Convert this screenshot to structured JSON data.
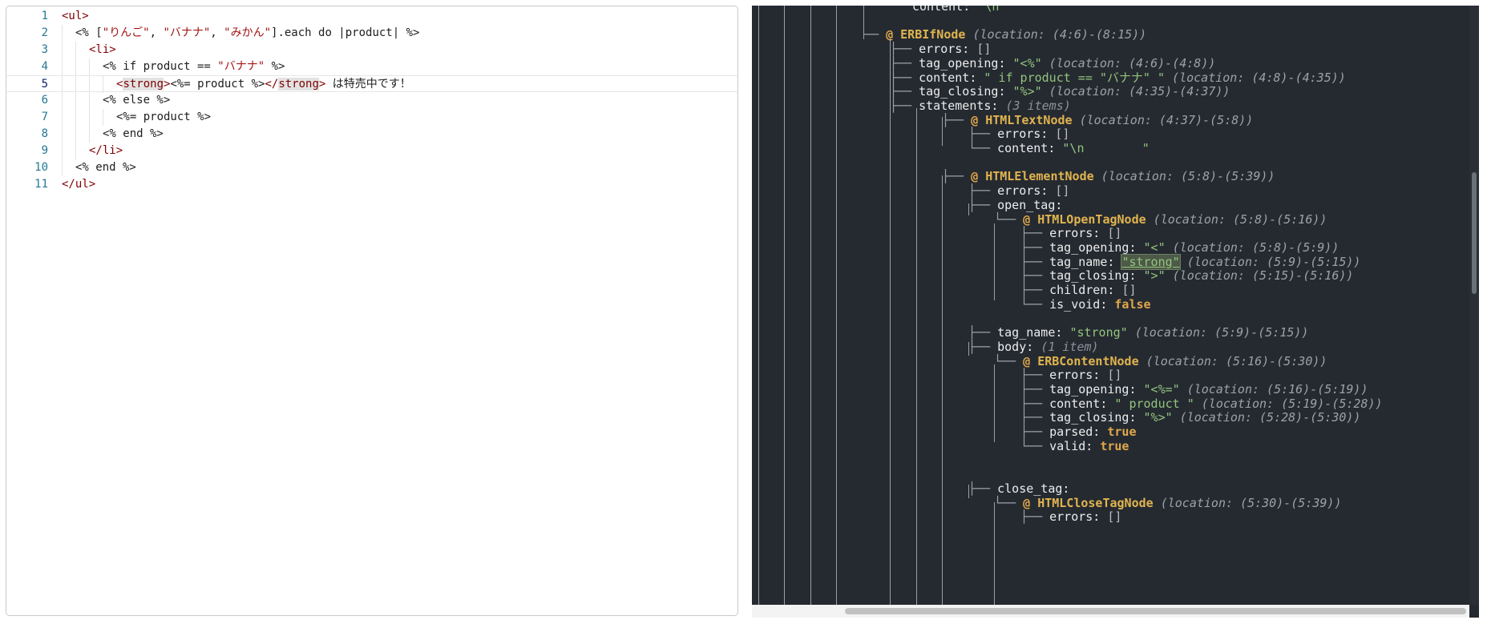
{
  "editor": {
    "active_line": 5,
    "lines": [
      {
        "num": "1",
        "indent": 0
      },
      {
        "num": "2",
        "indent": 1
      },
      {
        "num": "3",
        "indent": 2
      },
      {
        "num": "4",
        "indent": 3
      },
      {
        "num": "5",
        "indent": 4
      },
      {
        "num": "6",
        "indent": 3
      },
      {
        "num": "7",
        "indent": 4
      },
      {
        "num": "8",
        "indent": 3
      },
      {
        "num": "9",
        "indent": 2
      },
      {
        "num": "10",
        "indent": 1
      },
      {
        "num": "11",
        "indent": 0
      }
    ],
    "tokens": {
      "l1": [
        [
          "tag",
          "<ul>"
        ]
      ],
      "l2": [
        [
          "erb",
          "<% ["
        ],
        [
          "str",
          "\"りんご\""
        ],
        [
          "erb",
          ", "
        ],
        [
          "str",
          "\"バナナ\""
        ],
        [
          "erb",
          ", "
        ],
        [
          "str",
          "\"みかん\""
        ],
        [
          "erb",
          "].each do |product| %>"
        ]
      ],
      "l3": [
        [
          "tag",
          "<li>"
        ]
      ],
      "l4": [
        [
          "erb",
          "<% if product == "
        ],
        [
          "str",
          "\"バナナ\""
        ],
        [
          "erb",
          " %>"
        ]
      ],
      "l5": [
        [
          "tag",
          "<"
        ],
        [
          "taghl",
          "strong"
        ],
        [
          "tag",
          ">"
        ],
        [
          "erb",
          "<%= product %>"
        ],
        [
          "tag",
          "</"
        ],
        [
          "taghl",
          "strong"
        ],
        [
          "tag",
          ">"
        ],
        [
          "erb",
          " は特売中です！"
        ]
      ],
      "l6": [
        [
          "erb",
          "<% else %>"
        ]
      ],
      "l7": [
        [
          "erb",
          "<%= product %>"
        ]
      ],
      "l8": [
        [
          "erb",
          "<% end %>"
        ]
      ],
      "l9": [
        [
          "tag",
          "</li>"
        ]
      ],
      "l10": [
        [
          "erb",
          "<% end %>"
        ]
      ],
      "l11": [
        [
          "tag",
          "</ul>"
        ]
      ]
    }
  },
  "ast": {
    "rows": [
      {
        "prefix": "",
        "segs": [
          [
            "key",
            "content: "
          ],
          [
            "str",
            "\"\\n"
          ]
        ]
      },
      {
        "prefix": "",
        "segs": []
      },
      {
        "prefix": "──",
        "segs": [
          [
            "at",
            "@ "
          ],
          [
            "node",
            "ERBIfNode"
          ],
          [
            "loc",
            " (location: (4:6)-(8:15))"
          ]
        ]
      },
      {
        "prefix": "├──",
        "segs": [
          [
            "key",
            "errors: "
          ],
          [
            "arr",
            "[]"
          ]
        ]
      },
      {
        "prefix": "├──",
        "segs": [
          [
            "key",
            "tag_opening: "
          ],
          [
            "str",
            "\"<%\""
          ],
          [
            "loc",
            " (location: (4:6)-(4:8))"
          ]
        ]
      },
      {
        "prefix": "├──",
        "segs": [
          [
            "key",
            "content: "
          ],
          [
            "str",
            "\" if product == \"バナナ\" \""
          ],
          [
            "loc",
            " (location: (4:8)-(4:35))"
          ]
        ]
      },
      {
        "prefix": "├──",
        "segs": [
          [
            "key",
            "tag_closing: "
          ],
          [
            "str",
            "\"%>\""
          ],
          [
            "loc",
            " (location: (4:35)-(4:37))"
          ]
        ]
      },
      {
        "prefix": "├──",
        "segs": [
          [
            "key",
            "statements: "
          ],
          [
            "count",
            "(3 items)"
          ]
        ]
      },
      {
        "prefix": "├──",
        "segs": [
          [
            "at",
            "@ "
          ],
          [
            "node",
            "HTMLTextNode"
          ],
          [
            "loc",
            " (location: (4:37)-(5:8))"
          ]
        ]
      },
      {
        "prefix": "├──",
        "segs": [
          [
            "key",
            "errors: "
          ],
          [
            "arr",
            "[]"
          ]
        ]
      },
      {
        "prefix": "└──",
        "segs": [
          [
            "key",
            "content: "
          ],
          [
            "str",
            "\"\\n        \""
          ]
        ]
      },
      {
        "prefix": "",
        "segs": []
      },
      {
        "prefix": "├──",
        "segs": [
          [
            "at",
            "@ "
          ],
          [
            "node",
            "HTMLElementNode"
          ],
          [
            "loc",
            " (location: (5:8)-(5:39))"
          ]
        ]
      },
      {
        "prefix": "├──",
        "segs": [
          [
            "key",
            "errors: "
          ],
          [
            "arr",
            "[]"
          ]
        ]
      },
      {
        "prefix": "├──",
        "segs": [
          [
            "key",
            "open_tag:"
          ]
        ]
      },
      {
        "prefix": "└──",
        "segs": [
          [
            "at",
            "@ "
          ],
          [
            "node",
            "HTMLOpenTagNode"
          ],
          [
            "loc",
            " (location: (5:8)-(5:16))"
          ]
        ]
      },
      {
        "prefix": "├──",
        "segs": [
          [
            "key",
            "errors: "
          ],
          [
            "arr",
            "[]"
          ]
        ]
      },
      {
        "prefix": "├──",
        "segs": [
          [
            "key",
            "tag_opening: "
          ],
          [
            "str",
            "\"<\""
          ],
          [
            "loc",
            " (location: (5:8)-(5:9))"
          ]
        ]
      },
      {
        "prefix": "├──",
        "segs": [
          [
            "key",
            "tag_name: "
          ],
          [
            "hl",
            "\"strong\""
          ],
          [
            "loc",
            " (location: (5:9)-(5:15))"
          ]
        ]
      },
      {
        "prefix": "├──",
        "segs": [
          [
            "key",
            "tag_closing: "
          ],
          [
            "str",
            "\">\""
          ],
          [
            "loc",
            " (location: (5:15)-(5:16))"
          ]
        ]
      },
      {
        "prefix": "├──",
        "segs": [
          [
            "key",
            "children: "
          ],
          [
            "arr",
            "[]"
          ]
        ]
      },
      {
        "prefix": "└──",
        "segs": [
          [
            "key",
            "is_void: "
          ],
          [
            "bool",
            "false"
          ]
        ]
      },
      {
        "prefix": "",
        "segs": []
      },
      {
        "prefix": "├──",
        "segs": [
          [
            "key",
            "tag_name: "
          ],
          [
            "str",
            "\"strong\""
          ],
          [
            "loc",
            " (location: (5:9)-(5:15))"
          ]
        ]
      },
      {
        "prefix": "├──",
        "segs": [
          [
            "key",
            "body: "
          ],
          [
            "count",
            "(1 item)"
          ]
        ]
      },
      {
        "prefix": "└──",
        "segs": [
          [
            "at",
            "@ "
          ],
          [
            "node",
            "ERBContentNode"
          ],
          [
            "loc",
            " (location: (5:16)-(5:30))"
          ]
        ]
      },
      {
        "prefix": "├──",
        "segs": [
          [
            "key",
            "errors: "
          ],
          [
            "arr",
            "[]"
          ]
        ]
      },
      {
        "prefix": "├──",
        "segs": [
          [
            "key",
            "tag_opening: "
          ],
          [
            "str",
            "\"<%=\""
          ],
          [
            "loc",
            " (location: (5:16)-(5:19))"
          ]
        ]
      },
      {
        "prefix": "├──",
        "segs": [
          [
            "key",
            "content: "
          ],
          [
            "str",
            "\" product \""
          ],
          [
            "loc",
            " (location: (5:19)-(5:28))"
          ]
        ]
      },
      {
        "prefix": "├──",
        "segs": [
          [
            "key",
            "tag_closing: "
          ],
          [
            "str",
            "\"%>\""
          ],
          [
            "loc",
            " (location: (5:28)-(5:30))"
          ]
        ]
      },
      {
        "prefix": "├──",
        "segs": [
          [
            "key",
            "parsed: "
          ],
          [
            "bool",
            "true"
          ]
        ]
      },
      {
        "prefix": "└──",
        "segs": [
          [
            "key",
            "valid: "
          ],
          [
            "bool",
            "true"
          ]
        ]
      },
      {
        "prefix": "",
        "segs": []
      },
      {
        "prefix": "",
        "segs": []
      },
      {
        "prefix": "├──",
        "segs": [
          [
            "key",
            "close_tag:"
          ]
        ]
      },
      {
        "prefix": "└──",
        "segs": [
          [
            "at",
            "@ "
          ],
          [
            "node",
            "HTMLCloseTagNode"
          ],
          [
            "loc",
            " (location: (5:30)-(5:39))"
          ]
        ]
      },
      {
        "prefix": "├──",
        "segs": [
          [
            "key",
            "errors: "
          ],
          [
            "arr",
            "[]"
          ]
        ]
      }
    ]
  }
}
